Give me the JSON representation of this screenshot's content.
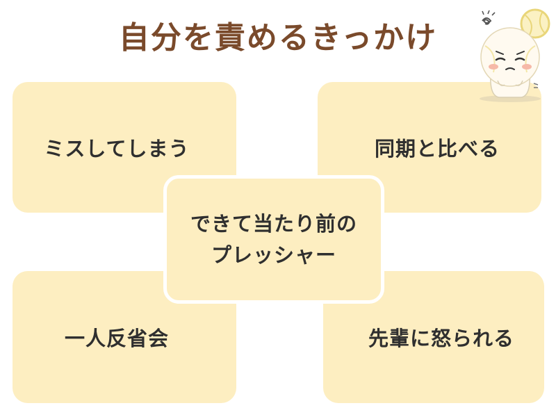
{
  "title": "自分を責めるきっかけ",
  "center": {
    "line1": "できて当たり前の",
    "line2": "プレッシャー"
  },
  "items": [
    "ミスしてしまう",
    "同期と比べる",
    "一人反省会",
    "先輩に怒られる"
  ],
  "colors": {
    "title": "#7a4a2b",
    "card_fill": "#fdeec1",
    "text": "#2f2f2f"
  },
  "icons": [
    "worried-mascot-icon"
  ]
}
